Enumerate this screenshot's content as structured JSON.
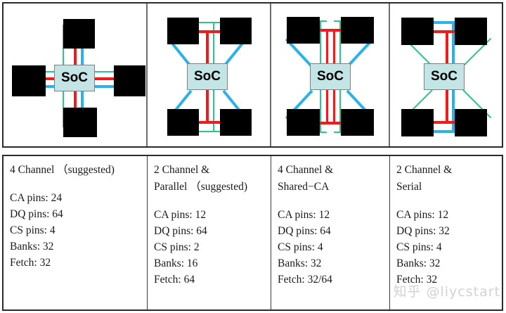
{
  "figure": {
    "panel_count": 4,
    "soc_label": "SoC",
    "colors": {
      "green": "#2ec58c",
      "red": "#ee1c1c",
      "blue": "#29b3e8",
      "dram_block": "#000000",
      "soc_fill": "#c3e5e5",
      "soc_border": "#808080",
      "frame": "#2b2b2b",
      "divider": "#6d6d6d",
      "watermark": "#d2d2d2"
    }
  },
  "diagrams": [
    {
      "id": "diagram-4-channel",
      "topology": "cross",
      "dram_positions": [
        "top",
        "left",
        "right",
        "bottom"
      ],
      "link_colors": [
        "green",
        "red",
        "blue"
      ]
    },
    {
      "id": "diagram-2-channel-parallel",
      "topology": "corners",
      "dram_positions": [
        "top-left",
        "top-right",
        "bottom-left",
        "bottom-right"
      ],
      "link_colors": [
        "blue",
        "red",
        "green"
      ]
    },
    {
      "id": "diagram-4-channel-shared-ca",
      "topology": "corners",
      "dram_positions": [
        "top-left",
        "top-right",
        "bottom-left",
        "bottom-right"
      ],
      "link_colors": [
        "blue",
        "red",
        "green"
      ]
    },
    {
      "id": "diagram-2-channel-serial",
      "topology": "corners",
      "dram_positions": [
        "top-left",
        "top-right",
        "bottom-left",
        "bottom-right"
      ],
      "link_colors": [
        "green",
        "red",
        "blue"
      ]
    }
  ],
  "columns": [
    {
      "title_lines": [
        "4 Channel （suggested)",
        ""
      ],
      "specs": [
        "CA pins: 24",
        "DQ pins: 64",
        "CS pins: 4",
        "Banks: 32",
        "Fetch: 32"
      ]
    },
    {
      "title_lines": [
        "2 Channel &",
        "Parallel （suggested)"
      ],
      "specs": [
        "CA pins: 12",
        "DQ pins: 64",
        "CS pins: 2",
        "Banks: 16",
        "Fetch: 64"
      ]
    },
    {
      "title_lines": [
        "4 Channel &",
        "Shared−CA"
      ],
      "specs": [
        "CA pins: 12",
        "DQ pins: 64",
        "CS pins: 4",
        "Banks: 32",
        "Fetch: 32/64"
      ]
    },
    {
      "title_lines": [
        "2 Channel &",
        "Serial"
      ],
      "specs": [
        "CA pins: 12",
        "DQ pins: 32",
        "CS pins: 4",
        "Banks: 32",
        "Fetch: 32"
      ]
    }
  ],
  "watermark": {
    "text": "知乎 @liycstart"
  }
}
